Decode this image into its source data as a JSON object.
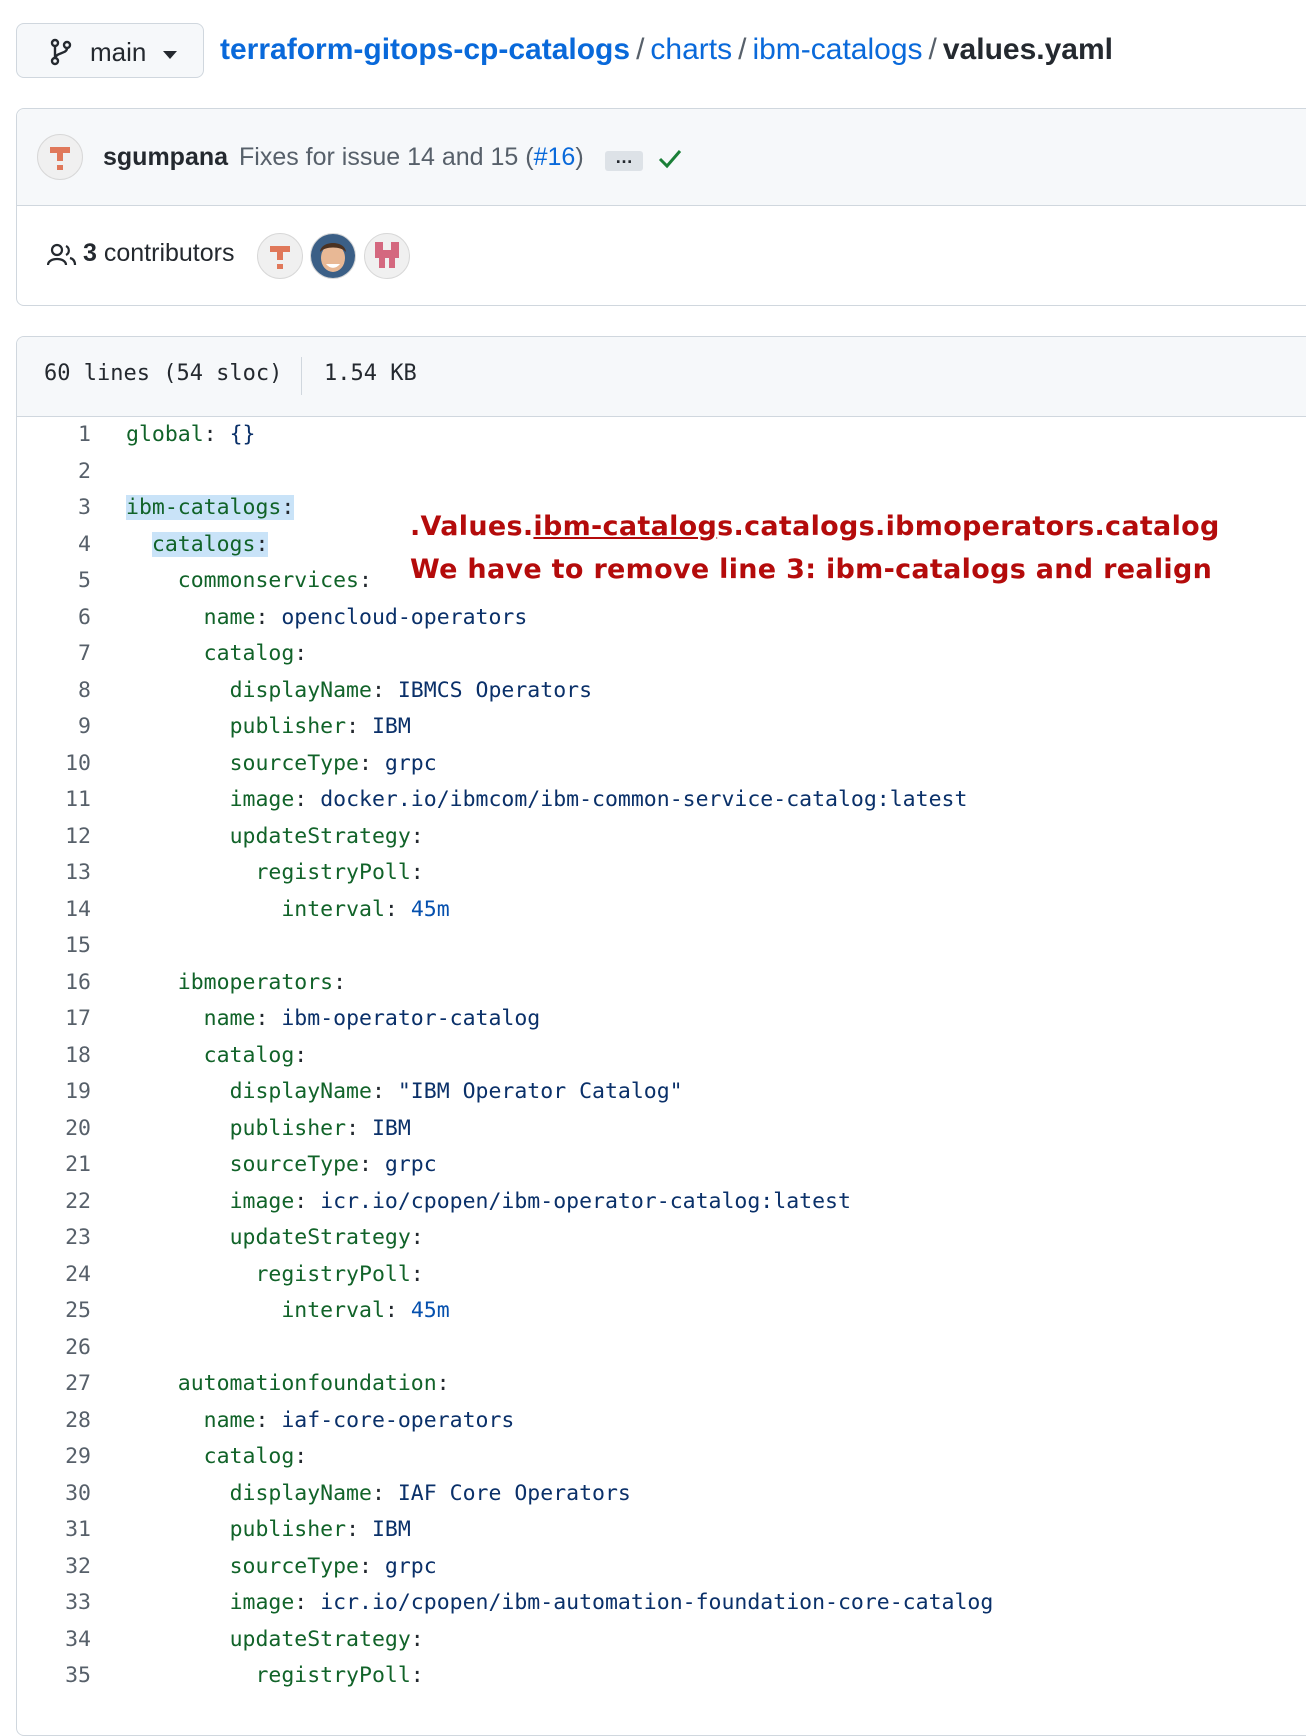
{
  "branch": {
    "name": "main"
  },
  "breadcrumb": {
    "repo": "terraform-gitops-cp-catalogs",
    "sep1": "/",
    "folder1": "charts",
    "sep2": "/",
    "folder2": "ibm-catalogs",
    "sep3": "/",
    "file": "values.yaml"
  },
  "commit": {
    "author": "sgumpana",
    "message_prefix": "Fixes for issue 14 and 15 (",
    "pr_link": "#16",
    "message_suffix": ")",
    "ellipsis": "…",
    "status": "success"
  },
  "contributors": {
    "count": "3",
    "label": "contributors"
  },
  "file_info": {
    "lines": "60 lines (54 sloc)",
    "size": "1.54 KB"
  },
  "code_lines": [
    {
      "n": "1",
      "indent": "",
      "key": "global",
      "value": "{}"
    },
    {
      "n": "2",
      "indent": "",
      "key": "",
      "value": ""
    },
    {
      "n": "3",
      "indent": "",
      "key": "ibm-catalogs",
      "value": "",
      "highlight": true
    },
    {
      "n": "4",
      "indent": "  ",
      "key": "catalogs",
      "value": "",
      "highlight": true
    },
    {
      "n": "5",
      "indent": "    ",
      "key": "commonservices",
      "value": ""
    },
    {
      "n": "6",
      "indent": "      ",
      "key": "name",
      "value": "opencloud-operators"
    },
    {
      "n": "7",
      "indent": "      ",
      "key": "catalog",
      "value": ""
    },
    {
      "n": "8",
      "indent": "        ",
      "key": "displayName",
      "value": "IBMCS Operators"
    },
    {
      "n": "9",
      "indent": "        ",
      "key": "publisher",
      "value": "IBM"
    },
    {
      "n": "10",
      "indent": "        ",
      "key": "sourceType",
      "value": "grpc"
    },
    {
      "n": "11",
      "indent": "        ",
      "key": "image",
      "value": "docker.io/ibmcom/ibm-common-service-catalog:latest"
    },
    {
      "n": "12",
      "indent": "        ",
      "key": "updateStrategy",
      "value": ""
    },
    {
      "n": "13",
      "indent": "          ",
      "key": "registryPoll",
      "value": ""
    },
    {
      "n": "14",
      "indent": "            ",
      "key": "interval",
      "value": "45m",
      "numeric": true
    },
    {
      "n": "15",
      "indent": "",
      "key": "",
      "value": ""
    },
    {
      "n": "16",
      "indent": "    ",
      "key": "ibmoperators",
      "value": ""
    },
    {
      "n": "17",
      "indent": "      ",
      "key": "name",
      "value": "ibm-operator-catalog"
    },
    {
      "n": "18",
      "indent": "      ",
      "key": "catalog",
      "value": ""
    },
    {
      "n": "19",
      "indent": "        ",
      "key": "displayName",
      "value": "\"IBM Operator Catalog\""
    },
    {
      "n": "20",
      "indent": "        ",
      "key": "publisher",
      "value": "IBM"
    },
    {
      "n": "21",
      "indent": "        ",
      "key": "sourceType",
      "value": "grpc"
    },
    {
      "n": "22",
      "indent": "        ",
      "key": "image",
      "value": "icr.io/cpopen/ibm-operator-catalog:latest"
    },
    {
      "n": "23",
      "indent": "        ",
      "key": "updateStrategy",
      "value": ""
    },
    {
      "n": "24",
      "indent": "          ",
      "key": "registryPoll",
      "value": ""
    },
    {
      "n": "25",
      "indent": "            ",
      "key": "interval",
      "value": "45m",
      "numeric": true
    },
    {
      "n": "26",
      "indent": "",
      "key": "",
      "value": ""
    },
    {
      "n": "27",
      "indent": "    ",
      "key": "automationfoundation",
      "value": ""
    },
    {
      "n": "28",
      "indent": "      ",
      "key": "name",
      "value": "iaf-core-operators"
    },
    {
      "n": "29",
      "indent": "      ",
      "key": "catalog",
      "value": ""
    },
    {
      "n": "30",
      "indent": "        ",
      "key": "displayName",
      "value": "IAF Core Operators"
    },
    {
      "n": "31",
      "indent": "        ",
      "key": "publisher",
      "value": "IBM"
    },
    {
      "n": "32",
      "indent": "        ",
      "key": "sourceType",
      "value": "grpc"
    },
    {
      "n": "33",
      "indent": "        ",
      "key": "image",
      "value": "icr.io/cpopen/ibm-automation-foundation-core-catalog"
    },
    {
      "n": "34",
      "indent": "        ",
      "key": "updateStrategy",
      "value": ""
    },
    {
      "n": "35",
      "indent": "          ",
      "key": "registryPoll",
      "value": ""
    }
  ],
  "annotation": {
    "line1_prefix": ".Values.",
    "line1_underlined": "ibm-catalog",
    "line1_suffix": "s.catalogs.ibmoperators.catalog",
    "line2": "We have to remove line 3: ibm-catalogs and realign",
    "color": "#b40b0b"
  },
  "colors": {
    "link": "#0969da",
    "key": "#116329",
    "value": "#0a3069",
    "highlight": "#c9e3f8",
    "check": "#1a7f37"
  },
  "icons": {
    "branch": "git-branch-icon",
    "caret": "chevron-down-icon",
    "check": "check-icon",
    "people": "people-icon"
  }
}
